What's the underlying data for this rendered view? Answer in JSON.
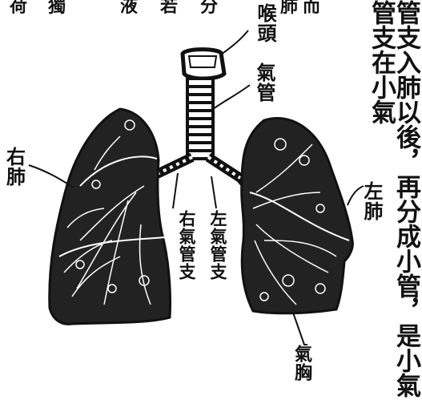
{
  "top_fragment": {
    "chars": [
      "荷",
      "獨",
      "液",
      "若",
      "分",
      "肺",
      "而"
    ]
  },
  "labels": {
    "larynx": "喉頭",
    "trachea": "氣管",
    "right_lung": "右肺",
    "left_lung": "左肺",
    "right_bronchus": "右氣管支",
    "left_bronchus": "左氣管支",
    "diaphragm": "氣胸"
  },
  "side_text": "管支入肺以後，再分成小管，是小氣管支在小氣"
}
